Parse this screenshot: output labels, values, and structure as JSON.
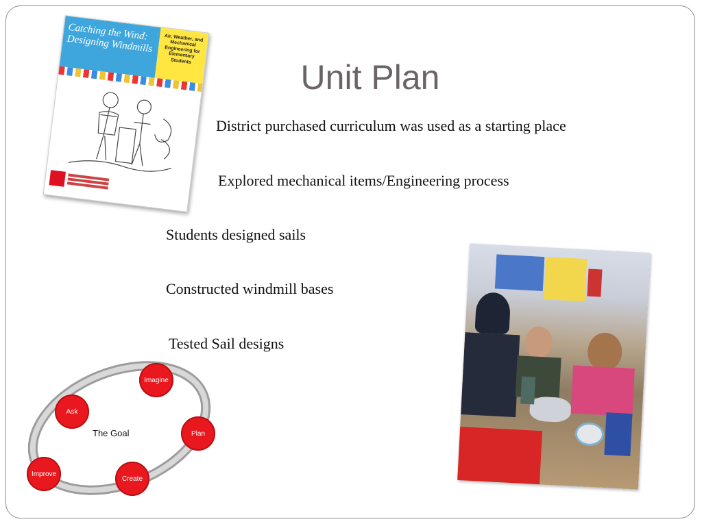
{
  "slide": {
    "title": "Unit Plan",
    "bullets": [
      "District purchased curriculum was used as a starting place",
      "Explored mechanical items/Engineering process",
      "Students designed sails",
      "Constructed windmill bases",
      "Tested Sail designs"
    ]
  },
  "book_cover": {
    "title": "Catching the Wind: Designing Windmills",
    "subtitle": "Air, Weather, and Mechanical Engineering for Elementary Students"
  },
  "cycle_diagram": {
    "center": "The Goal",
    "steps": [
      "Imagine",
      "Ask",
      "Plan",
      "Improve",
      "Create"
    ]
  },
  "colors": {
    "title": "#6b6466",
    "cycle_red": "#e8181e",
    "book_blue": "#3fa6dd",
    "book_yellow": "#ffe640"
  }
}
